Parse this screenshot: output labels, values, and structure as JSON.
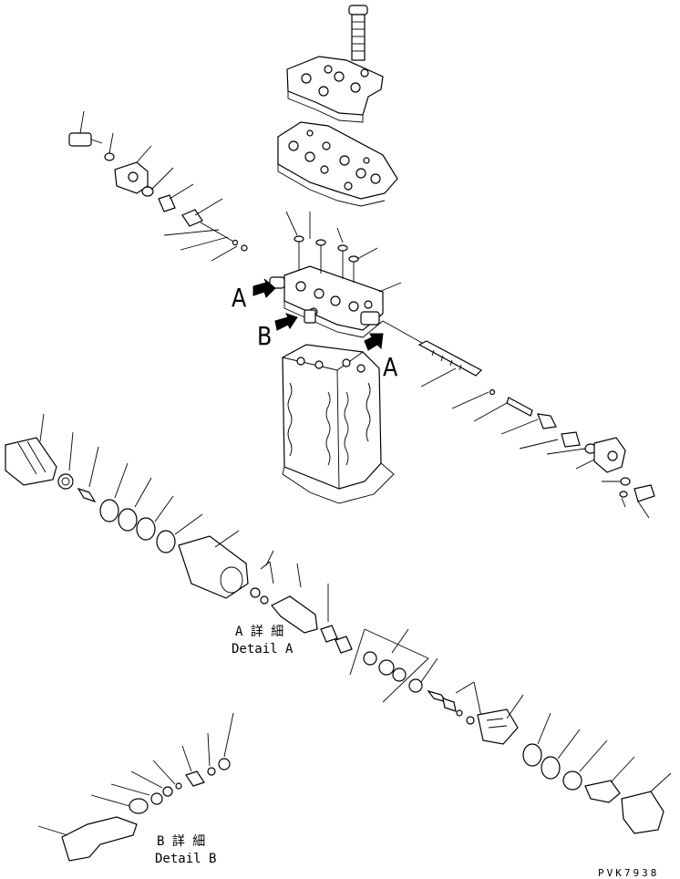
{
  "diagram": {
    "view_labels": {
      "a_left": "A",
      "b": "B",
      "a_right": "A"
    },
    "detail_a": {
      "title_jp": "A 詳 細",
      "title_en": "Detail A"
    },
    "detail_b": {
      "title_jp": "B 詳 細",
      "title_en": "Detail B"
    },
    "drawing_code": "PVK7938",
    "colors": {
      "line": "#000000",
      "background": "#ffffff"
    }
  }
}
